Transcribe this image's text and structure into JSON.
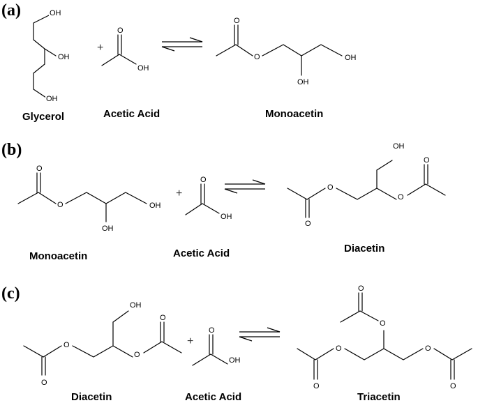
{
  "panels": [
    {
      "letter": "(a)",
      "plus": "+",
      "reactant_1": "Glycerol",
      "reactant_2": "Acetic Acid",
      "product": "Monoacetin",
      "atoms": {
        "glycerol_oh_top": "OH",
        "glycerol_oh_mid": "OH",
        "glycerol_oh_bottom": "OH",
        "acid_o": "O",
        "acid_oh": "OH",
        "mono_o_carbonyl": "O",
        "mono_o_ester": "O",
        "mono_oh_mid": "OH",
        "mono_oh_end": "OH"
      }
    },
    {
      "letter": "(b)",
      "plus": "+",
      "reactant_1": "Monoacetin",
      "reactant_2": "Acetic Acid",
      "product": "Diacetin",
      "atoms": {
        "mono_o_carbonyl": "O",
        "mono_o_ester": "O",
        "mono_oh_mid": "OH",
        "mono_oh_end": "OH",
        "acid_o": "O",
        "acid_oh": "OH",
        "di_oh": "OH",
        "di_o_ester_1": "O",
        "di_o_carbonyl_1": "O",
        "di_o_ester_2": "O",
        "di_o_carbonyl_2": "O"
      }
    },
    {
      "letter": "(c)",
      "plus": "+",
      "reactant_1": "Diacetin",
      "reactant_2": "Acetic Acid",
      "product": "Triacetin",
      "atoms": {
        "di_oh": "OH",
        "di_o_ester_1": "O",
        "di_o_carbonyl_1": "O",
        "di_o_ester_2": "O",
        "di_o_carbonyl_2": "O",
        "acid_o": "O",
        "acid_oh": "OH",
        "tri_o_carbonyl_top": "O",
        "tri_o_ester_top": "O",
        "tri_o_ester_left": "O",
        "tri_o_carbonyl_left": "O",
        "tri_o_ester_right": "O",
        "tri_o_carbonyl_right": "O"
      }
    }
  ]
}
